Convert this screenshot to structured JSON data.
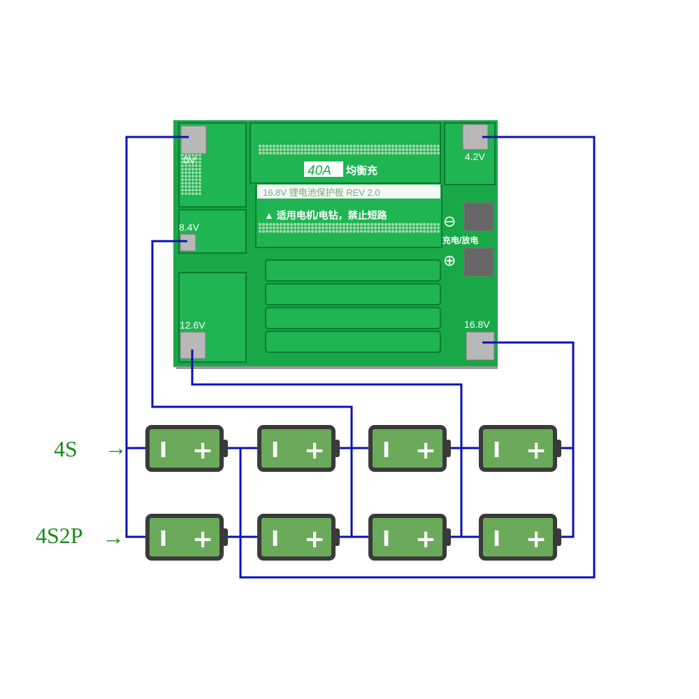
{
  "board": {
    "pads": {
      "p0": "0V",
      "p1": "4.2V",
      "p2": "8.4V",
      "p3": "12.6V",
      "p4": "16.8V"
    },
    "current_rating": "40A",
    "balance_label": "均衡充",
    "title_line": "16.8V 锂电池保护板 REV 2.0",
    "warning_line": "适用电机/电钻，禁止短路",
    "charge_discharge": "充电/放电",
    "minus_symbol": "⊖",
    "plus_symbol": "⊕"
  },
  "configs": {
    "series_label": "4S",
    "parallel_label": "4S2P",
    "arrow": "→"
  },
  "battery": {
    "neg": "I",
    "pos": "+"
  },
  "colors": {
    "wire": "#0a10b8",
    "pcb": "#18a848",
    "battery_fill": "#6aaa5a",
    "label": "#1a8a1a"
  }
}
